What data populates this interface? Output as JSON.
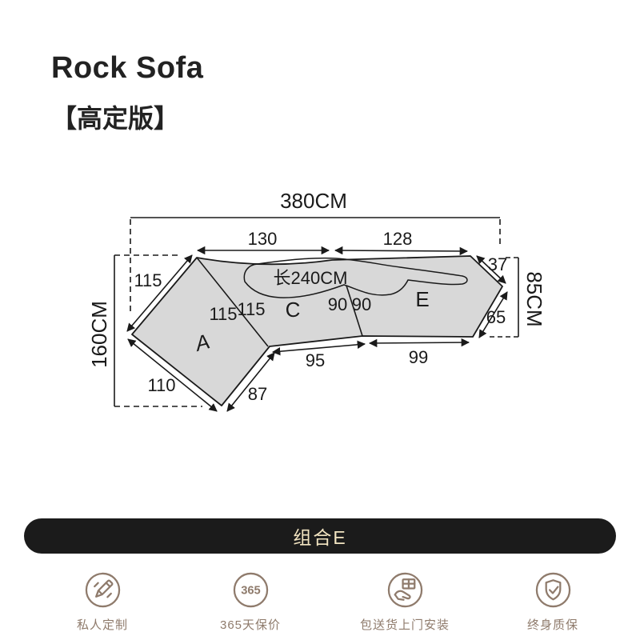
{
  "title": {
    "line1": "Rock Sofa",
    "line2": "【高定版】"
  },
  "diagram": {
    "overall_width": "380CM",
    "depth_left": "160CM",
    "depth_right": "85CM",
    "inner_length": "长240CM",
    "sections": {
      "a": "A",
      "c": "C",
      "e": "E"
    },
    "dims": {
      "top_c": "130",
      "top_e": "128",
      "back_left": "115",
      "ac_left": "115",
      "ac_right": "115",
      "ce_left": "90",
      "ce_right": "90",
      "bottom_left": "110",
      "a_front": "87",
      "c_front": "95",
      "e_front": "99",
      "right_top": "37",
      "right_bottom": "65"
    }
  },
  "combo_button": {
    "label": "组合E"
  },
  "footer": {
    "items": [
      {
        "icon": "pencil-icon",
        "label": "私人定制"
      },
      {
        "icon": "badge-365-icon",
        "badge": "365",
        "label": "365天保价"
      },
      {
        "icon": "delivery-hand-icon",
        "label": "包送货上门安装"
      },
      {
        "icon": "shield-check-icon",
        "label": "终身质保"
      }
    ]
  },
  "colors": {
    "line": "#1a1a1a",
    "sofa_fill": "#d8d8d8",
    "pill_bg": "#1b1b1b",
    "pill_text": "#f2e4c1",
    "footer_accent": "#8f7b6c"
  }
}
